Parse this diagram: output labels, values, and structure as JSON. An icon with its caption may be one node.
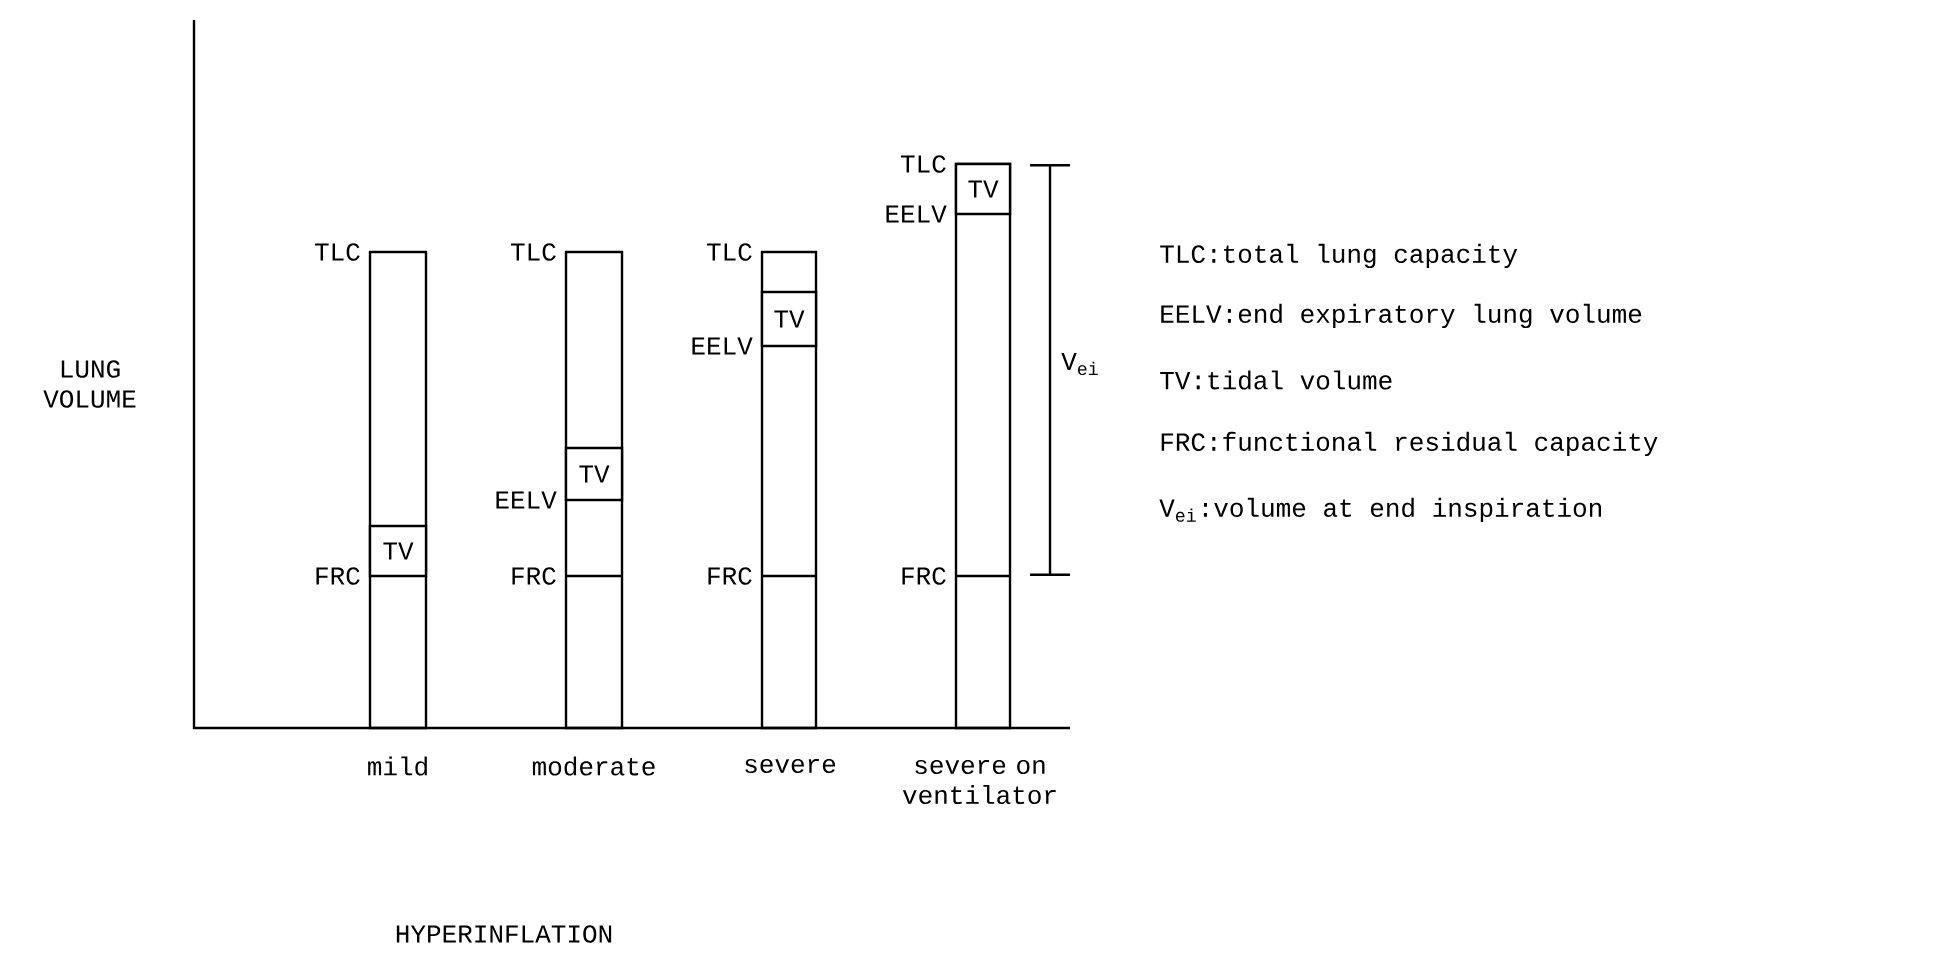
{
  "diagram": {
    "nodes": [
      {
        "text": [],
        "shape": "bar"
      },
      {
        "text": [],
        "shape": "bar"
      },
      {
        "text": [],
        "shape": "bar"
      },
      {
        "text": [],
        "shape": "bar"
      },
      {
        "text": [
          "TV"
        ],
        "in": 0
      },
      {
        "text": [
          "TV"
        ],
        "in": 1
      },
      {
        "text": [
          "TV"
        ],
        "in": 2
      },
      {
        "text": [
          "TV"
        ],
        "in": 3
      }
    ],
    "edges": [],
    "labels": [
      "TLC",
      "EELV",
      "TLC",
      "TLC",
      "TLC",
      "TLC:total lung capacity",
      "EELV",
      "V$_{ei}$",
      "EELV:end expiratory lung volume",
      "LUNG VOLUME",
      "TV:tidal volume",
      "EELV",
      "FRC",
      "FRC",
      "FRC",
      "FRC",
      "FRC:functional residual capacity",
      "V$_{ei}$:volume at end inspiration",
      "mild",
      "moderate",
      "severe",
      "severe on ventilator",
      "HYPERINFLATION"
    ]
  }
}
